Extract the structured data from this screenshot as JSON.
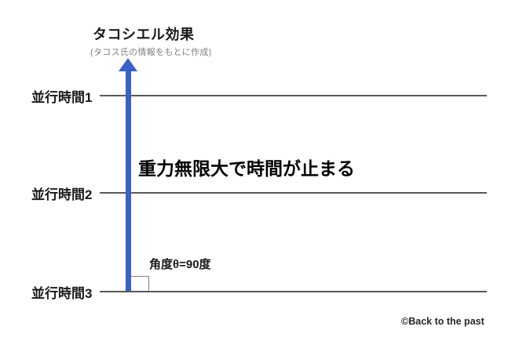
{
  "title": "タコシエル効果",
  "subtitle": "(タコス氏の情報をもとに作成)",
  "annotation": "重力無限大で時間が止まる",
  "angle_label": "角度θ=90度",
  "copyright": "©Back to the past",
  "timelines": [
    {
      "label": "並行時間1"
    },
    {
      "label": "並行時間2"
    },
    {
      "label": "並行時間3"
    }
  ],
  "arrow": {
    "name": "tachyon-effect-arrow",
    "direction": "up",
    "color": "#3b5fc8"
  },
  "colors": {
    "arrow_blue": "#3b5fc8",
    "line_gray": "#595959",
    "subtitle_gray": "#7f7f7f",
    "text_black": "#1a1a1a"
  }
}
